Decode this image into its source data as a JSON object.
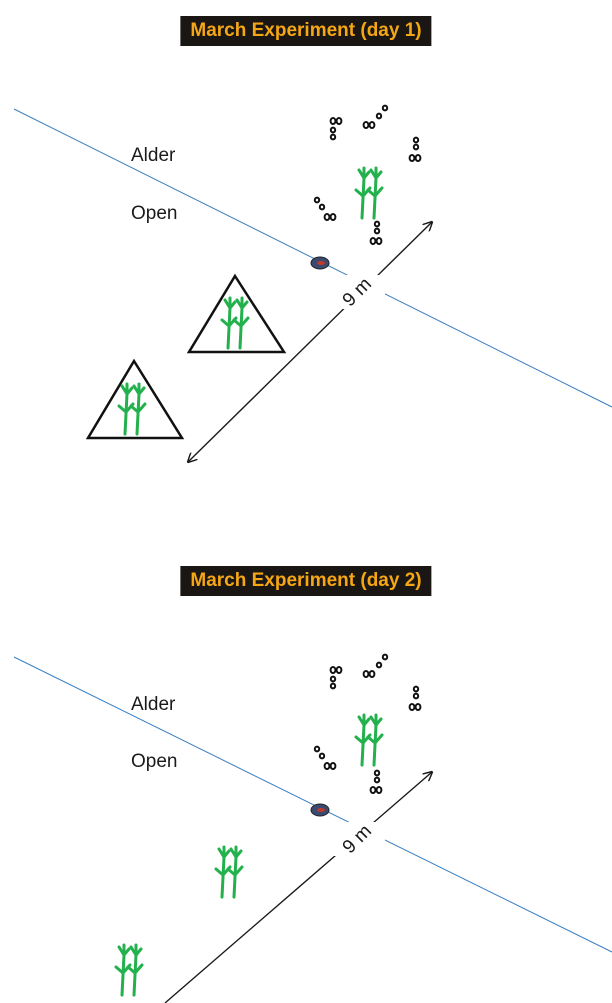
{
  "panels": [
    {
      "title": "March Experiment (day 1)",
      "labels": {
        "upper_zone": "Alder",
        "lower_zone": "Open",
        "distance": "9 m"
      },
      "plant_groups": 3,
      "enclosed_plants": 2
    },
    {
      "title": "March Experiment (day 2)",
      "labels": {
        "upper_zone": "Alder",
        "lower_zone": "Open",
        "distance": "9 m"
      },
      "plant_groups": 3,
      "enclosed_plants": 0
    }
  ],
  "colors": {
    "title_bg": "#1a1614",
    "title_text": "#f5a614",
    "boundary_line": "#3a7fc0",
    "plant": "#22b14c",
    "marker": "#3b4a70"
  },
  "icons": [
    "plant-icon",
    "track-marks-icon",
    "triangle-enclosure-icon",
    "boundary-marker-icon"
  ]
}
